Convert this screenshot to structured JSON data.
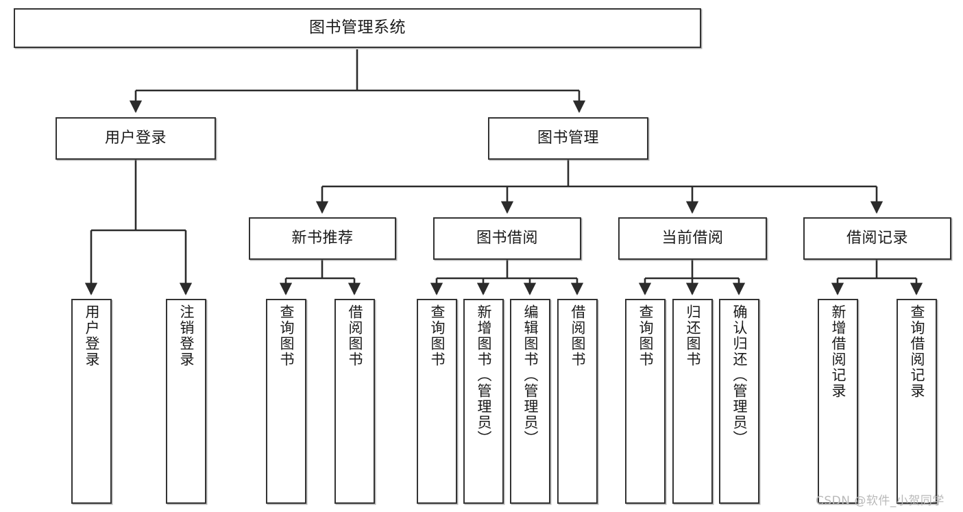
{
  "diagram": {
    "title": "图书管理系统",
    "type": "功能结构图",
    "watermark": "CSDN @软件_小贺同学",
    "colors": {
      "box_border": "#333333",
      "box_fill": "#ffffff",
      "connector": "#2b2b2b",
      "text": "#1a1a1a",
      "watermark": "#b9b9b9"
    },
    "nodes": {
      "root": {
        "label": "图书管理系统",
        "level": 1,
        "orientation": "horizontal"
      },
      "n_user_login": {
        "label": "用户登录",
        "level": 2,
        "orientation": "horizontal"
      },
      "n_book_manage": {
        "label": "图书管理",
        "level": 2,
        "orientation": "horizontal"
      },
      "n_new_book_rec": {
        "label": "新书推荐",
        "level": 3,
        "orientation": "horizontal"
      },
      "n_book_borrow": {
        "label": "图书借阅",
        "level": 3,
        "orientation": "horizontal"
      },
      "n_current_borrow": {
        "label": "当前借阅",
        "level": 3,
        "orientation": "horizontal"
      },
      "n_borrow_record": {
        "label": "借阅记录",
        "level": 3,
        "orientation": "horizontal"
      },
      "l_user_login": {
        "label": "用户登录",
        "level": 4,
        "orientation": "vertical"
      },
      "l_logout": {
        "label": "注销登录",
        "level": 4,
        "orientation": "vertical"
      },
      "l_query_book_1": {
        "label": "查询图书",
        "level": 4,
        "orientation": "vertical"
      },
      "l_borrow_book_1": {
        "label": "借阅图书",
        "level": 4,
        "orientation": "vertical"
      },
      "l_query_book_2": {
        "label": "查询图书",
        "level": 4,
        "orientation": "vertical"
      },
      "l_add_book": {
        "label": "新增图书（管理员）",
        "level": 4,
        "orientation": "vertical"
      },
      "l_edit_book": {
        "label": "编辑图书（管理员）",
        "level": 4,
        "orientation": "vertical"
      },
      "l_borrow_book_2": {
        "label": "借阅图书",
        "level": 4,
        "orientation": "vertical"
      },
      "l_query_book_3": {
        "label": "查询图书",
        "level": 4,
        "orientation": "vertical"
      },
      "l_return_book": {
        "label": "归还图书",
        "level": 4,
        "orientation": "vertical"
      },
      "l_confirm_return": {
        "label": "确认归还（管理员）",
        "level": 4,
        "orientation": "vertical"
      },
      "l_add_record": {
        "label": "新增借阅记录",
        "level": 4,
        "orientation": "vertical"
      },
      "l_query_record": {
        "label": "查询借阅记录",
        "level": 4,
        "orientation": "vertical"
      }
    },
    "edges": [
      {
        "from": "root",
        "to": "n_user_login"
      },
      {
        "from": "root",
        "to": "n_book_manage"
      },
      {
        "from": "n_user_login",
        "to": "l_user_login"
      },
      {
        "from": "n_user_login",
        "to": "l_logout"
      },
      {
        "from": "n_book_manage",
        "to": "n_new_book_rec"
      },
      {
        "from": "n_book_manage",
        "to": "n_book_borrow"
      },
      {
        "from": "n_book_manage",
        "to": "n_current_borrow"
      },
      {
        "from": "n_book_manage",
        "to": "n_borrow_record"
      },
      {
        "from": "n_new_book_rec",
        "to": "l_query_book_1"
      },
      {
        "from": "n_new_book_rec",
        "to": "l_borrow_book_1"
      },
      {
        "from": "n_book_borrow",
        "to": "l_query_book_2"
      },
      {
        "from": "n_book_borrow",
        "to": "l_add_book"
      },
      {
        "from": "n_book_borrow",
        "to": "l_edit_book"
      },
      {
        "from": "n_book_borrow",
        "to": "l_borrow_book_2"
      },
      {
        "from": "n_current_borrow",
        "to": "l_query_book_3"
      },
      {
        "from": "n_current_borrow",
        "to": "l_return_book"
      },
      {
        "from": "n_current_borrow",
        "to": "l_confirm_return"
      },
      {
        "from": "n_borrow_record",
        "to": "l_add_record"
      },
      {
        "from": "n_borrow_record",
        "to": "l_query_record"
      }
    ]
  }
}
